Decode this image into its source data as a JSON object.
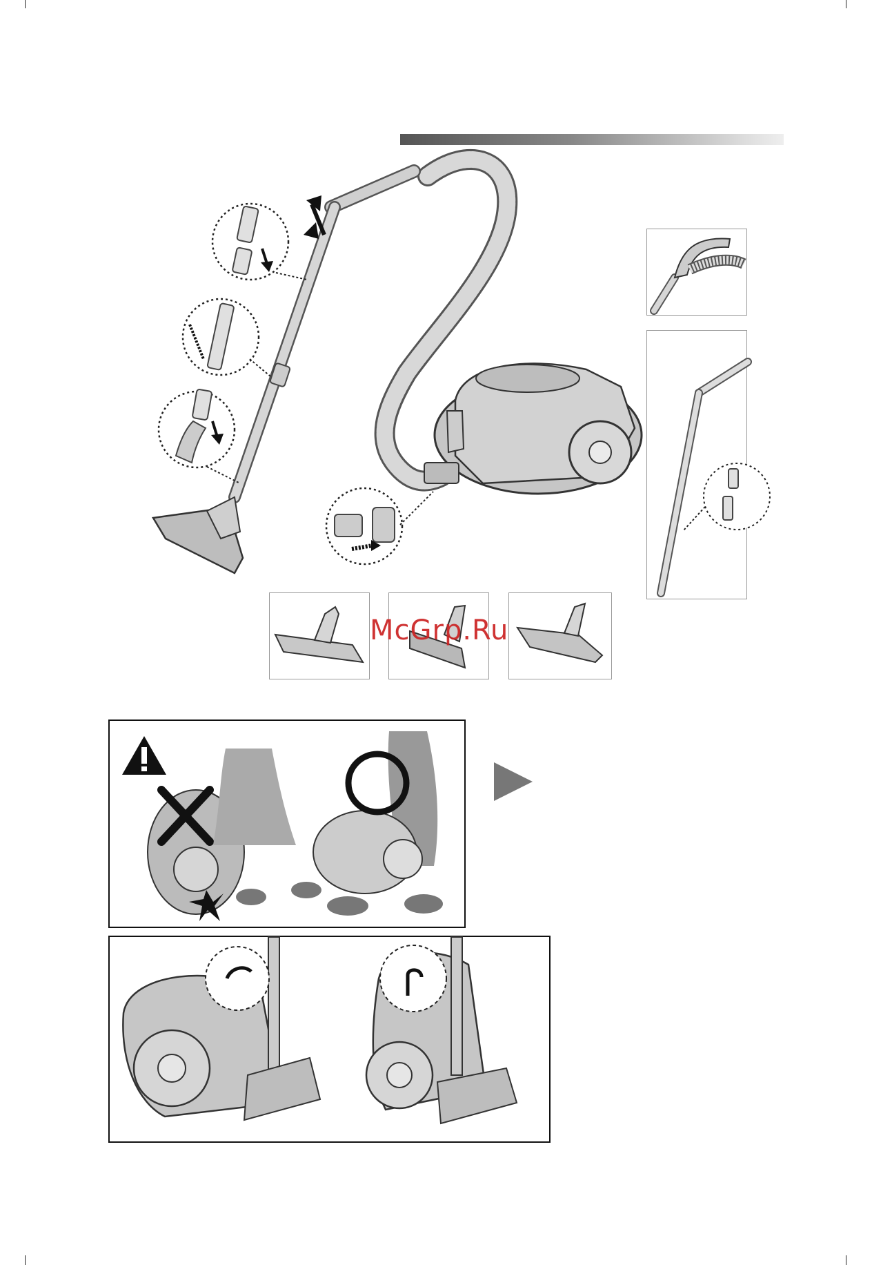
{
  "watermark": {
    "text": "McGrp.Ru"
  },
  "colors": {
    "header_bar_start": "#555555",
    "header_bar_end": "#eeeeee",
    "watermark": "#cc2222",
    "figure_gray": "#b5b5b5",
    "figure_outline": "#444444"
  },
  "figures": {
    "assembly": {
      "icon": "vacuum-assembly-illustration"
    },
    "handle_inset": {
      "icon": "hose-handle-illustration"
    },
    "pipe_inset": {
      "icon": "telescopic-pipe-illustration"
    },
    "brushes": [
      {
        "icon": "floor-brush-illustration"
      },
      {
        "icon": "turbo-brush-illustration"
      },
      {
        "icon": "combination-brush-illustration"
      }
    ],
    "warning": {
      "icon": "warning-triangle-icon",
      "wrong": "cross-mark-icon",
      "right": "circle-mark-icon"
    },
    "storage": {
      "icon": "parking-position-illustration"
    },
    "next": {
      "icon": "play-arrow-icon"
    }
  }
}
